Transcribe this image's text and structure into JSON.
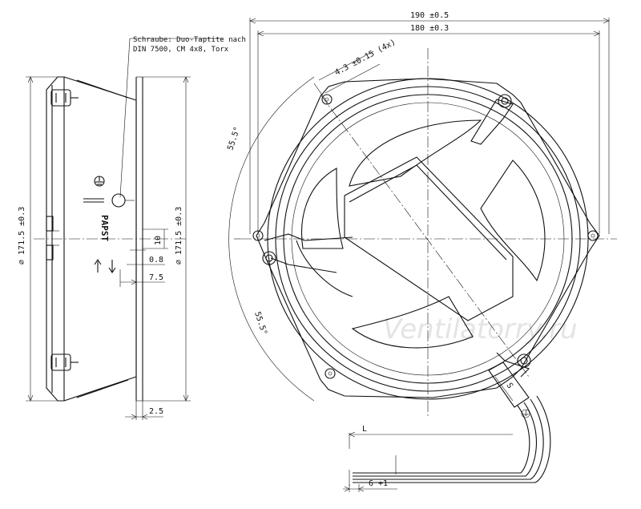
{
  "dimensions": {
    "overall_width": "190  ±0.5",
    "hole_spacing": "180  ±0.3",
    "mount_hole": "4.3  ±0.15 (4x)",
    "angle_top": "55.5°",
    "angle_bottom": "55.5°",
    "diameter_left": "⌀ 171.5  ±0.3",
    "diameter_right": "⌀ 171.5  ±0.3",
    "dim_10": "10",
    "dim_08": "0.8",
    "dim_75": "7.5",
    "dim_25": "2.5",
    "lead_length": "L",
    "lead_strip": "6  +1",
    "lead_s": "S"
  },
  "notes": {
    "screw_line1": "Schraube: Duo-Taptite nach",
    "screw_line2": "DIN 7500, CM 4x8, Torx"
  },
  "brand": {
    "label": "PAPST"
  },
  "ground_symbol": "⏚",
  "watermark": "Ventilatorry.ru"
}
